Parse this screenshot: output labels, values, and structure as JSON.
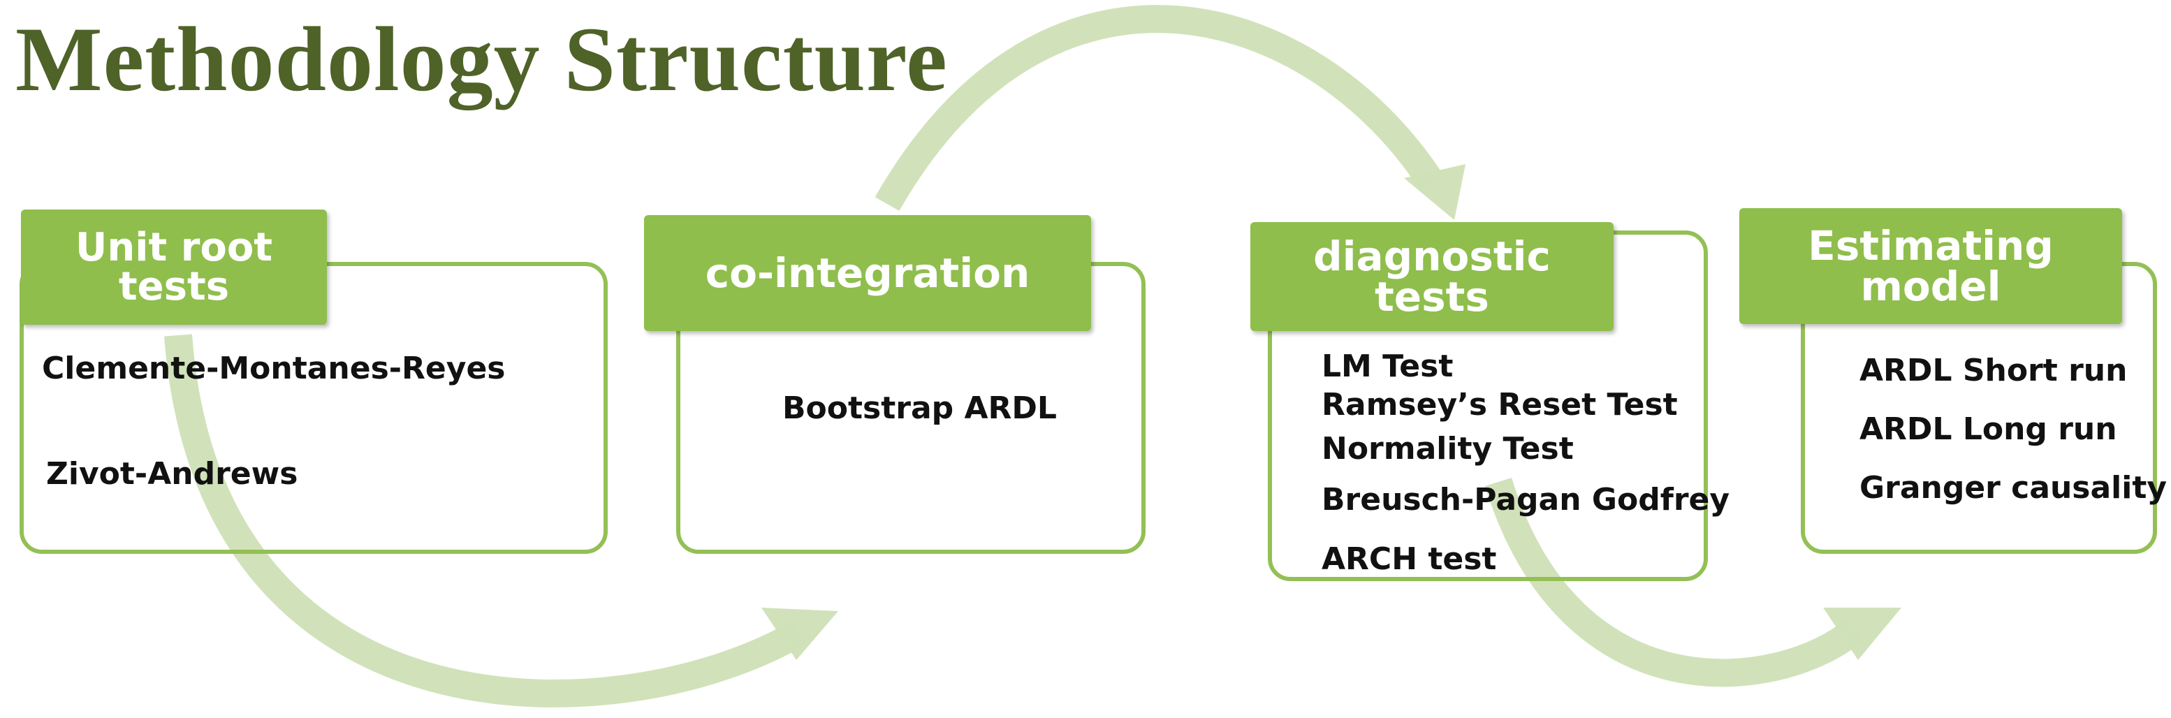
{
  "title": "Methodology Structure",
  "stages": [
    {
      "heading": "Unit root\ntests",
      "items": [
        "Clemente-Montanes-Reyes",
        "Zivot-Andrews"
      ]
    },
    {
      "heading": "co-integration",
      "items": [
        "Bootstrap ARDL"
      ]
    },
    {
      "heading": "diagnostic\ntests",
      "items": [
        "LM  Test",
        "Ramsey’s Reset Test",
        "Normality  Test",
        "Breusch-Pagan Godfrey",
        "ARCH test"
      ]
    },
    {
      "heading": "Estimating\nmodel",
      "items": [
        "ARDL  Short run",
        "ARDL  Long run",
        "Granger causality"
      ]
    }
  ],
  "colors": {
    "title": "#4f6228",
    "header_fill": "#8fbe4c",
    "card_border": "#93c055",
    "arrow": "#cfe0b6"
  }
}
